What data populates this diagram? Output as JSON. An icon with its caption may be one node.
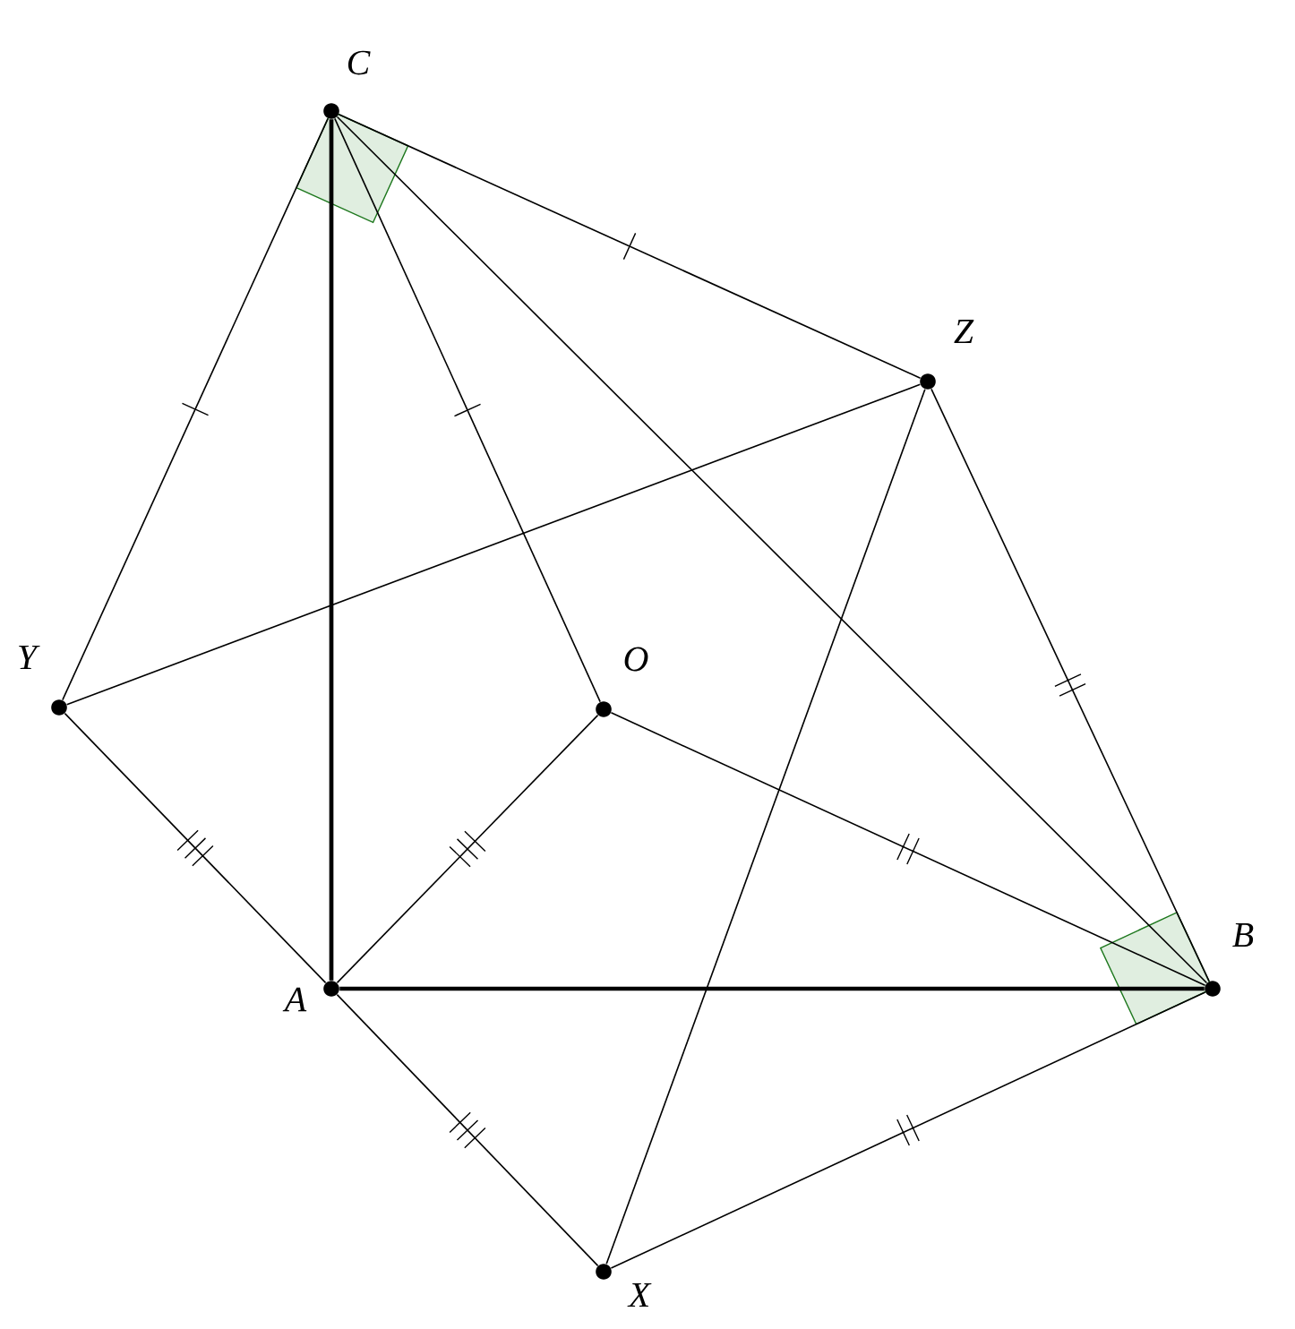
{
  "diagram": {
    "nodes": [
      {
        "text": [
          "C"
        ]
      },
      {
        "text": [
          "Z"
        ]
      },
      {
        "text": [
          "Y"
        ]
      },
      {
        "text": [
          "O"
        ]
      },
      {
        "text": [
          "A"
        ]
      },
      {
        "text": [
          "B"
        ]
      },
      {
        "text": [
          "X"
        ]
      }
    ],
    "edges": [
      {
        "from": 0,
        "to": 2,
        "arrow": "none"
      },
      {
        "from": 0,
        "to": 1,
        "arrow": "none"
      },
      {
        "from": 0,
        "to": 3,
        "arrow": "none"
      },
      {
        "from": 0,
        "to": 4,
        "arrow": "none",
        "style": "thick"
      },
      {
        "from": 0,
        "to": 5,
        "arrow": "none"
      },
      {
        "from": 1,
        "to": 2,
        "arrow": "none"
      },
      {
        "from": 1,
        "to": 5,
        "arrow": "none"
      },
      {
        "from": 1,
        "to": 6,
        "arrow": "none"
      },
      {
        "from": 2,
        "to": 4,
        "arrow": "none"
      },
      {
        "from": 3,
        "to": 4,
        "arrow": "none"
      },
      {
        "from": 3,
        "to": 5,
        "arrow": "none"
      },
      {
        "from": 4,
        "to": 5,
        "arrow": "none",
        "style": "thick"
      },
      {
        "from": 4,
        "to": 6,
        "arrow": "none"
      },
      {
        "from": 6,
        "to": 5,
        "arrow": "none"
      }
    ]
  }
}
